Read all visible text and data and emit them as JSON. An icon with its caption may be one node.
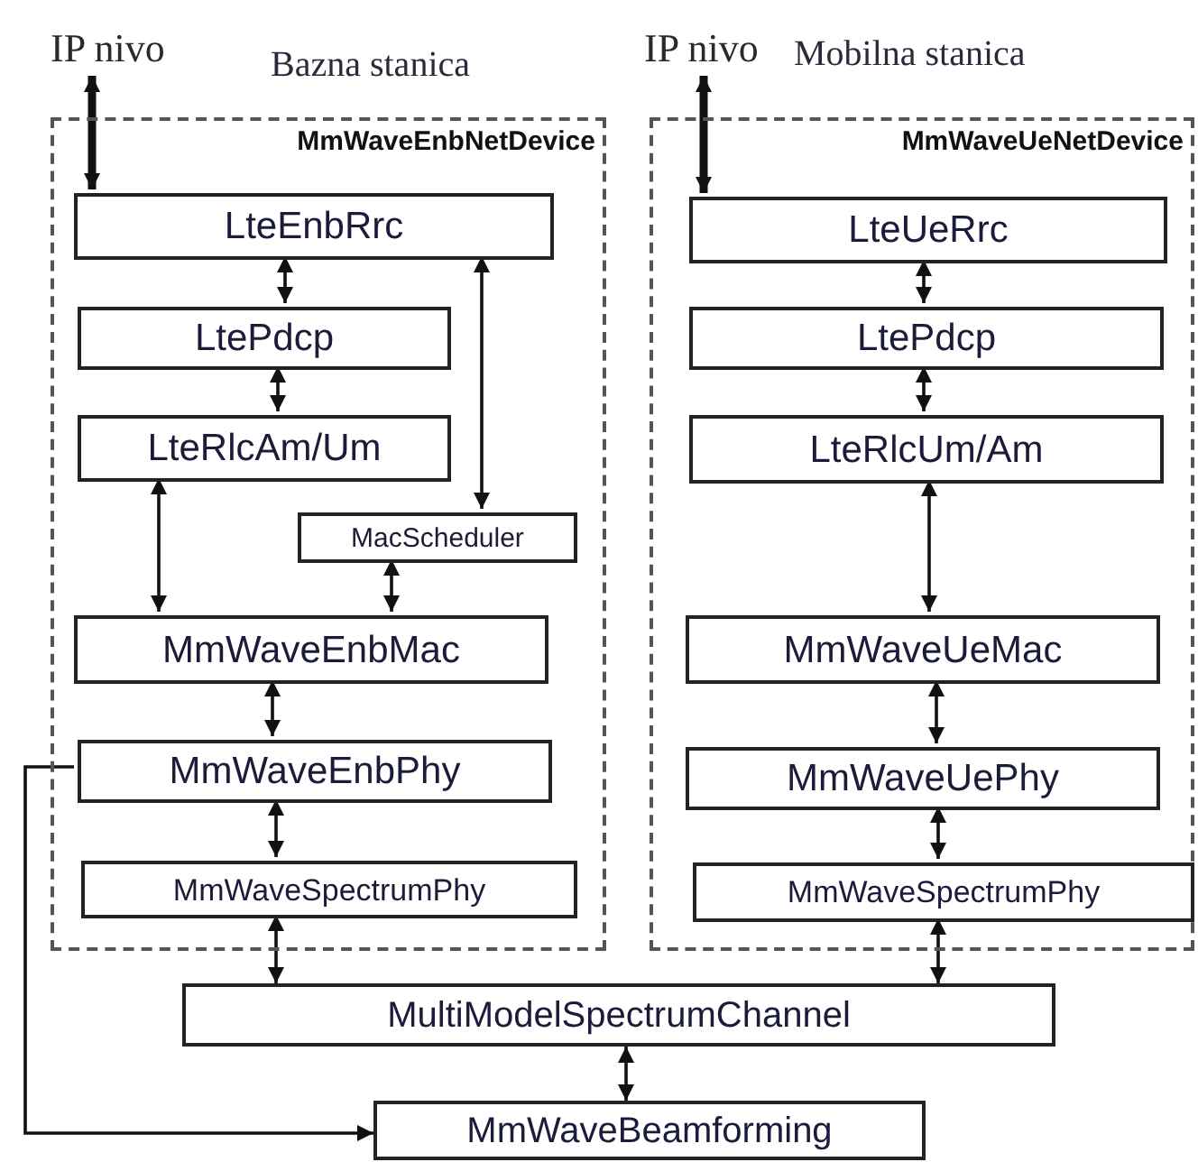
{
  "diagram": {
    "nodes": [
      {
        "text": [
          "IP nivo"
        ]
      },
      {
        "text": [
          "MmWaveEnbNetDevice"
        ],
        "beside": [
          "Bazna stanica"
        ]
      },
      {
        "text": [
          "LteEnbRrc"
        ],
        "in": 1
      },
      {
        "text": [
          "LtePdcp"
        ],
        "in": 1
      },
      {
        "text": [
          "LteRlcAm/Um"
        ],
        "in": 1
      },
      {
        "text": [
          "MacScheduler"
        ],
        "in": 1
      },
      {
        "text": [
          "MmWaveEnbMac"
        ],
        "in": 1
      },
      {
        "text": [
          "MmWaveEnbPhy"
        ],
        "in": 1
      },
      {
        "text": [
          "MmWaveSpectrumPhy"
        ],
        "in": 1
      },
      {
        "text": [
          "IP nivo"
        ]
      },
      {
        "text": [
          "MmWaveUeNetDevice"
        ],
        "beside": [
          "Mobilna stanica"
        ]
      },
      {
        "text": [
          "LteUeRrc"
        ],
        "in": 10
      },
      {
        "text": [
          "LtePdcp"
        ],
        "in": 10
      },
      {
        "text": [
          "LteRlcUm/Am"
        ],
        "in": 10
      },
      {
        "text": [
          "MmWaveUeMac"
        ],
        "in": 10
      },
      {
        "text": [
          "MmWaveUePhy"
        ],
        "in": 10
      },
      {
        "text": [
          "MmWaveSpectrumPhy"
        ],
        "in": 10
      },
      {
        "text": [
          "MultiModelSpectrumChannel"
        ]
      },
      {
        "text": [
          "MmWaveBeamforming"
        ]
      }
    ],
    "edges": [
      {
        "from": 0,
        "to": 2,
        "arrow": "both",
        "style": "thick"
      },
      {
        "from": 2,
        "to": 3,
        "arrow": "both"
      },
      {
        "from": 3,
        "to": 4,
        "arrow": "both"
      },
      {
        "from": 2,
        "to": 5,
        "arrow": "both"
      },
      {
        "from": 4,
        "to": 6,
        "arrow": "both"
      },
      {
        "from": 5,
        "to": 6,
        "arrow": "both"
      },
      {
        "from": 6,
        "to": 7,
        "arrow": "both"
      },
      {
        "from": 7,
        "to": 8,
        "arrow": "both"
      },
      {
        "from": 8,
        "to": 17,
        "arrow": "both"
      },
      {
        "from": 7,
        "to": 18,
        "arrow": "to"
      },
      {
        "from": 9,
        "to": 11,
        "arrow": "both",
        "style": "thick"
      },
      {
        "from": 11,
        "to": 12,
        "arrow": "both"
      },
      {
        "from": 12,
        "to": 13,
        "arrow": "both"
      },
      {
        "from": 13,
        "to": 14,
        "arrow": "both"
      },
      {
        "from": 14,
        "to": 15,
        "arrow": "both"
      },
      {
        "from": 15,
        "to": 16,
        "arrow": "both"
      },
      {
        "from": 16,
        "to": 17,
        "arrow": "both"
      },
      {
        "from": 17,
        "to": 18,
        "arrow": "both"
      }
    ]
  }
}
